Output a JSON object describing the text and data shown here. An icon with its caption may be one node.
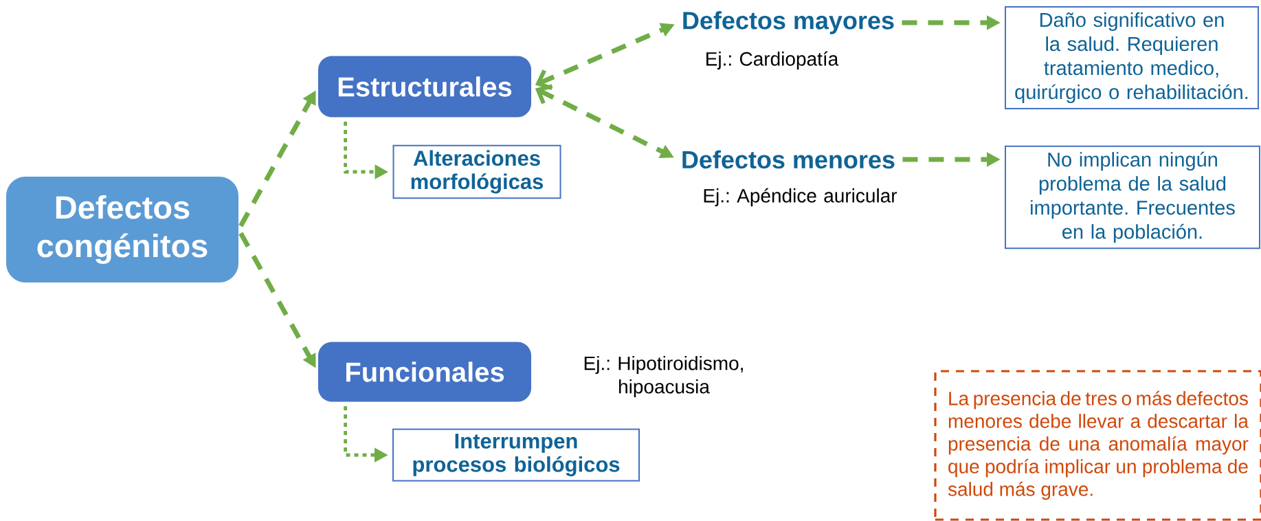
{
  "diagram": {
    "nodes": [
      {
        "text": [
          "Defectos congénitos"
        ]
      },
      {
        "text": [
          "Estructurales"
        ]
      },
      {
        "text": [
          "Alteraciones morfológicas"
        ]
      },
      {
        "text": [
          "Defectos mayores"
        ],
        "beside": [
          "Ej.: Cardiopatía"
        ]
      },
      {
        "text": [
          "Daño significativo en la salud. Requieren tratamiento medico, quirúrgico o rehabilitación."
        ]
      },
      {
        "text": [
          "Defectos menores"
        ],
        "beside": [
          "Ej.: Apéndice auricular"
        ]
      },
      {
        "text": [
          "No implican ningún problema de la salud importante. Frecuentes en la población."
        ]
      },
      {
        "text": [
          "Funcionales"
        ],
        "beside": [
          "Ej.: Hipotiroidismo, hipoacusia"
        ]
      },
      {
        "text": [
          "Interrumpen procesos biológicos"
        ]
      },
      {
        "text": [
          "La presencia de tres o más defectos menores debe llevar a descartar la presencia de una anomalía mayor que podría implicar un problema de salud más grave."
        ]
      }
    ],
    "edges": [
      {
        "from": 0,
        "to": 1,
        "arrow": "to",
        "style": "dashed"
      },
      {
        "from": 0,
        "to": 7,
        "arrow": "to",
        "style": "dashed"
      },
      {
        "from": 1,
        "to": 2,
        "arrow": "to"
      },
      {
        "from": 1,
        "to": 3,
        "arrow": "both",
        "style": "dashed"
      },
      {
        "from": 1,
        "to": 5,
        "arrow": "both",
        "style": "dashed"
      },
      {
        "from": 3,
        "to": 4,
        "arrow": "to",
        "style": "dashed"
      },
      {
        "from": 5,
        "to": 6,
        "arrow": "to",
        "style": "dashed"
      },
      {
        "from": 7,
        "to": 8,
        "arrow": "to"
      }
    ]
  }
}
